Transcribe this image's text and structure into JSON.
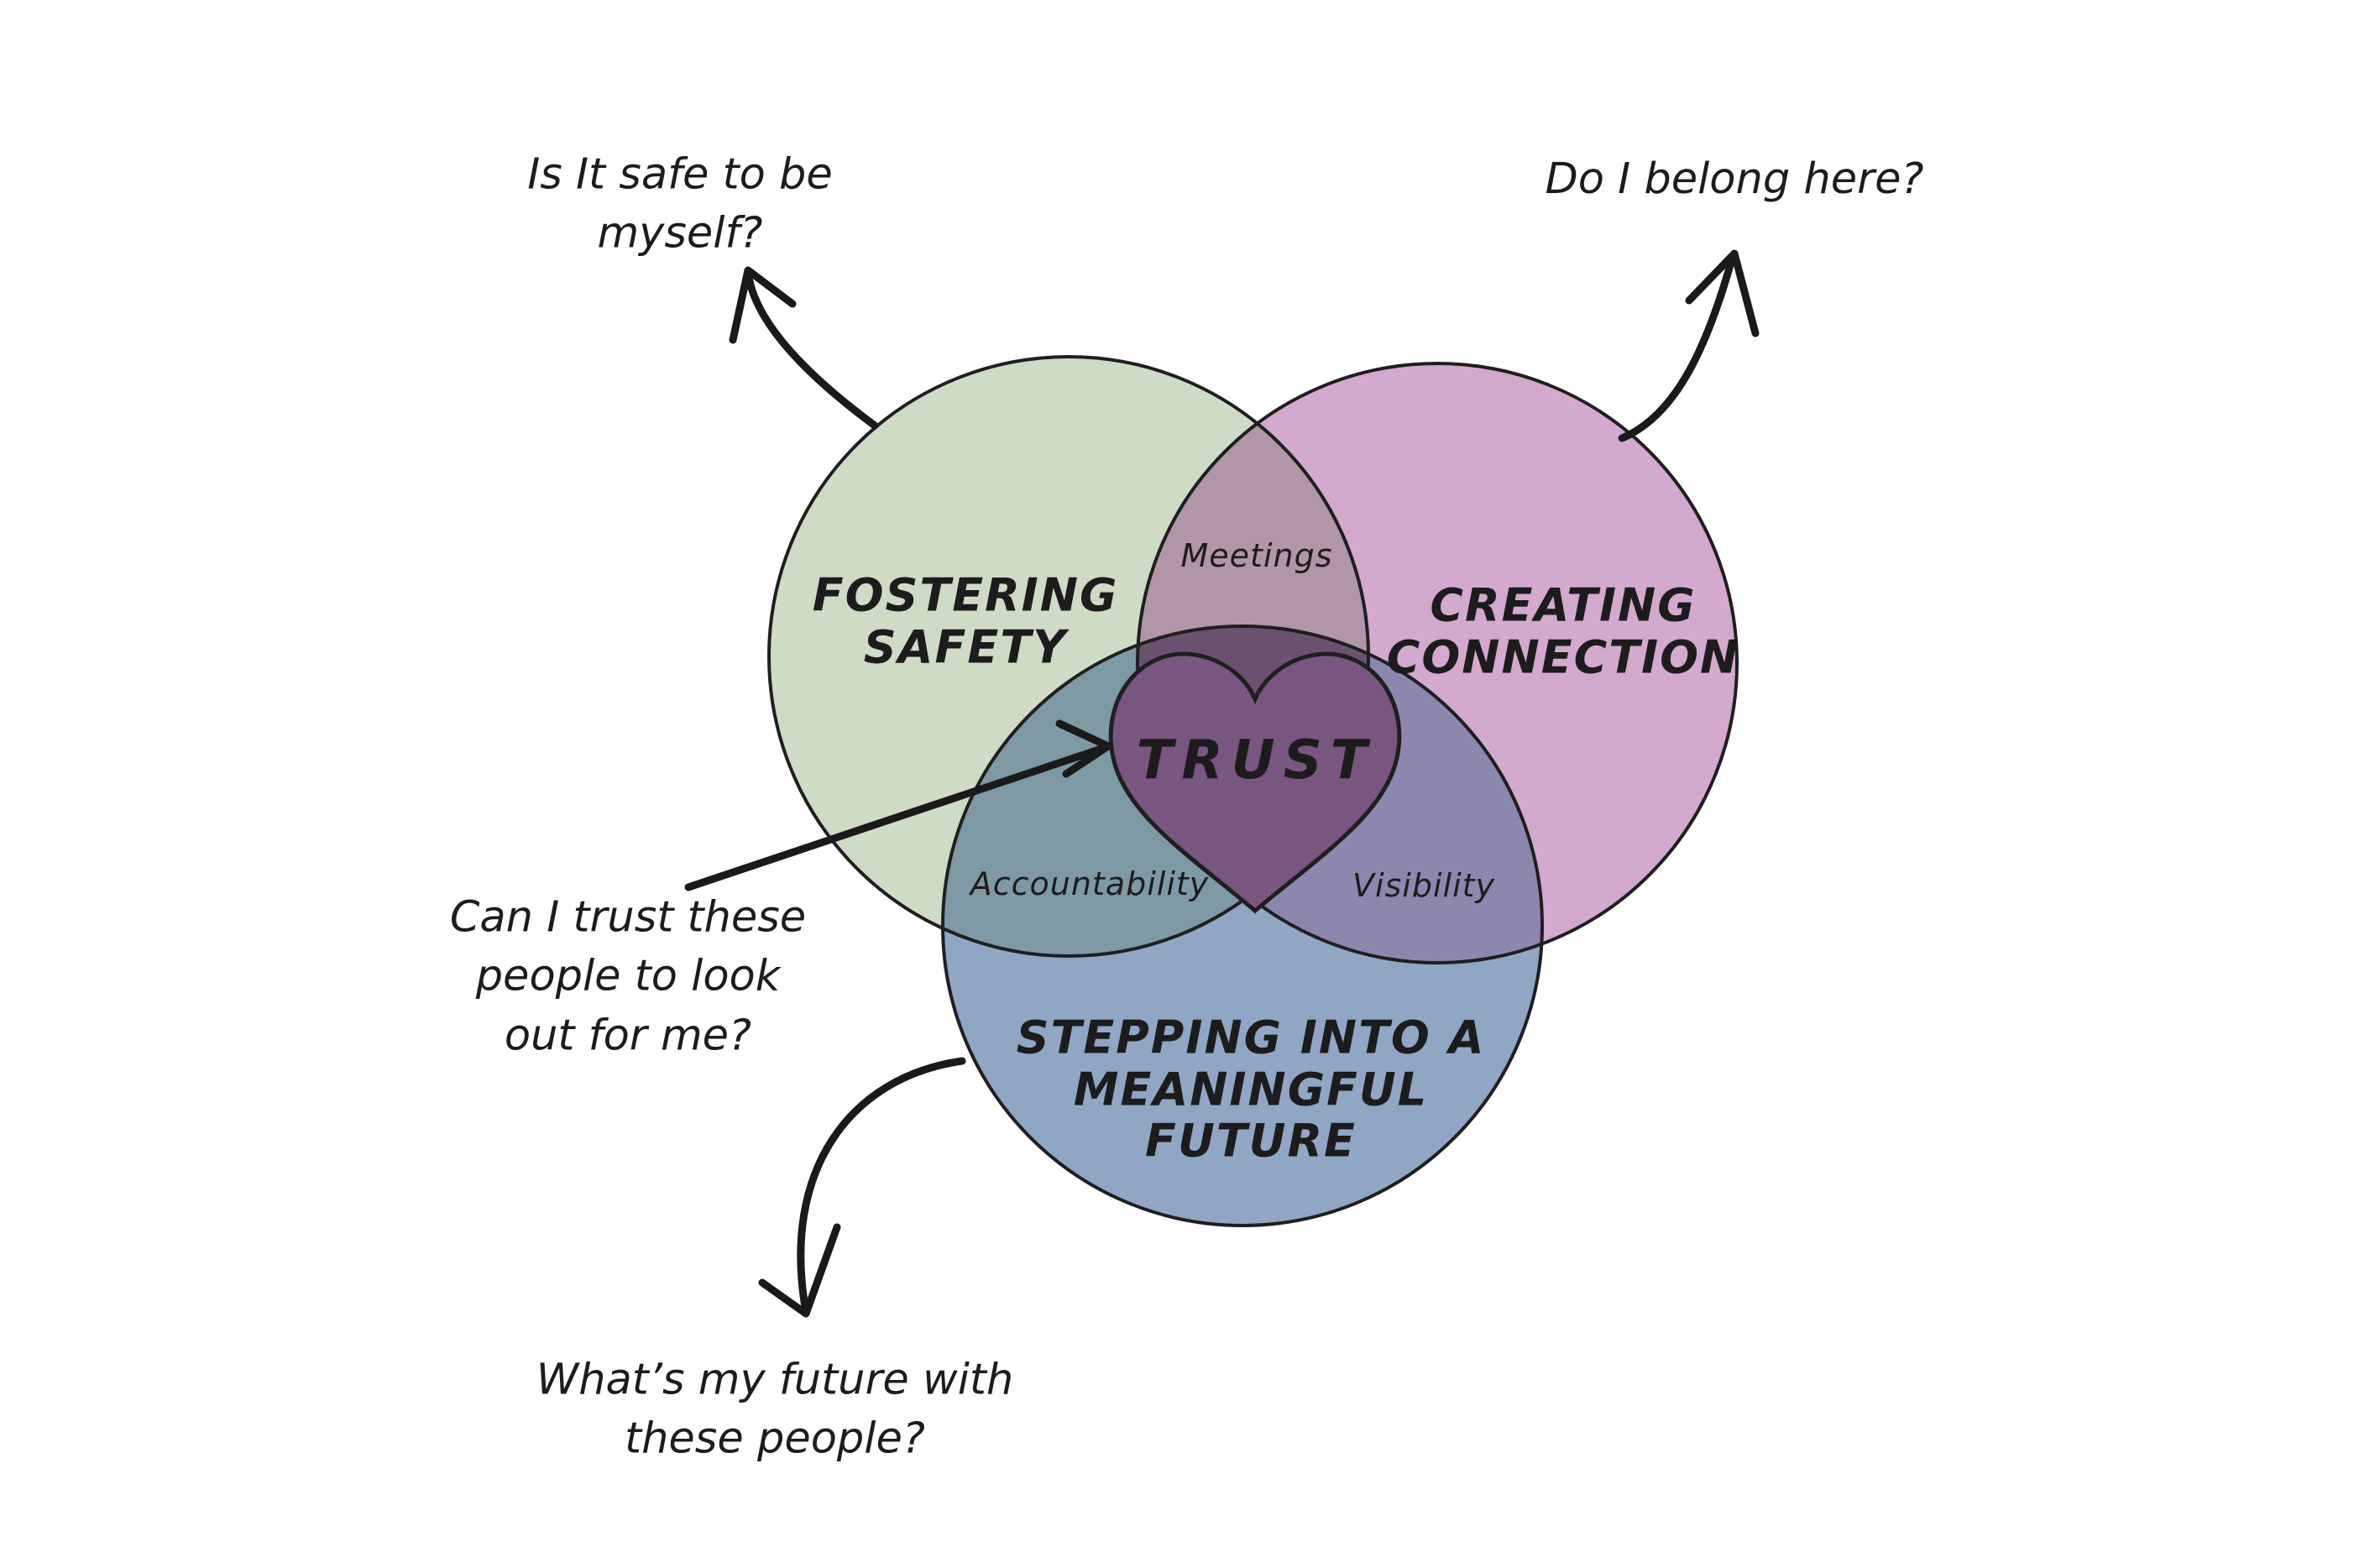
{
  "colors": {
    "background": "#ffffff",
    "stroke": "#1f1f1f",
    "text": "#1c1c1c",
    "circle_safety": "#cedcc6",
    "circle_connection": "#d4a9ce",
    "circle_future": "#90a6c4",
    "overlap_meetings": "#b096a8",
    "overlap_accountability": "#7e99a3",
    "overlap_visibility": "#8b87ae",
    "overlap_triple": "#6b5170",
    "heart": "#785680"
  },
  "circles": {
    "safety": {
      "label": "FOSTERING\nSAFETY"
    },
    "connection": {
      "label": "CREATING\nCONNECTION"
    },
    "future": {
      "label": "STEPPING INTO A\nMEANINGFUL\nFUTURE"
    }
  },
  "overlaps": {
    "meetings": {
      "label": "Meetings"
    },
    "accountability": {
      "label": "Accountability"
    },
    "visibility": {
      "label": "Visibility"
    }
  },
  "center": {
    "label": "TRUST"
  },
  "annotations": {
    "safety_question": {
      "label": "Is It safe to be\nmyself?"
    },
    "connection_question": {
      "label": "Do I belong here?"
    },
    "trust_question": {
      "label": "Can I trust these\npeople to look\nout for me?"
    },
    "future_question": {
      "label": "What’s my future with\nthese people?"
    }
  }
}
